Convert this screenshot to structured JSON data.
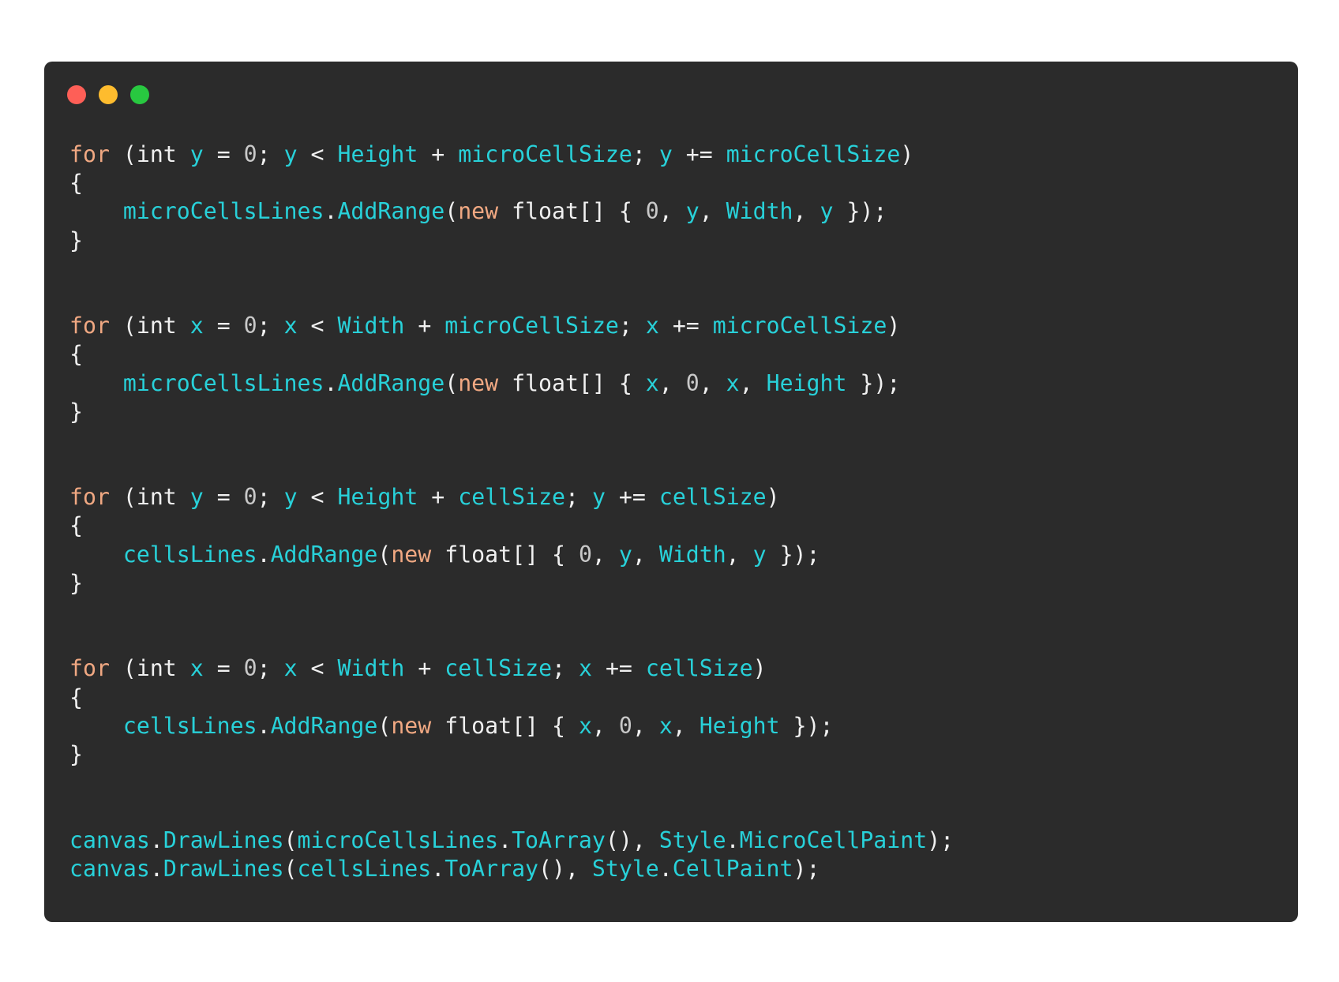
{
  "window": {
    "buttons": [
      {
        "name": "close-button",
        "color": "#fe5f57"
      },
      {
        "name": "minimize-button",
        "color": "#febc2e"
      },
      {
        "name": "maximize-button",
        "color": "#28c840"
      }
    ]
  },
  "theme": {
    "background": "#2b2b2b",
    "keyword": "#f0a882",
    "identifier": "#28d1d9",
    "number": "#c9c9c9",
    "plain": "#f0f0f0"
  },
  "code": {
    "lines": [
      [
        [
          "keyword",
          "for"
        ],
        [
          "plain",
          " (int "
        ],
        [
          "ident",
          "y"
        ],
        [
          "plain",
          " = "
        ],
        [
          "number",
          "0"
        ],
        [
          "plain",
          "; "
        ],
        [
          "ident",
          "y"
        ],
        [
          "plain",
          " < "
        ],
        [
          "ident",
          "Height"
        ],
        [
          "plain",
          " + "
        ],
        [
          "ident",
          "microCellSize"
        ],
        [
          "plain",
          "; "
        ],
        [
          "ident",
          "y"
        ],
        [
          "plain",
          " += "
        ],
        [
          "ident",
          "microCellSize"
        ],
        [
          "plain",
          ")"
        ]
      ],
      [
        [
          "plain",
          "{"
        ]
      ],
      [
        [
          "plain",
          "    "
        ],
        [
          "ident",
          "microCellsLines"
        ],
        [
          "plain",
          "."
        ],
        [
          "ident",
          "AddRange"
        ],
        [
          "plain",
          "("
        ],
        [
          "keyword",
          "new"
        ],
        [
          "plain",
          " float[] { "
        ],
        [
          "number",
          "0"
        ],
        [
          "plain",
          ", "
        ],
        [
          "ident",
          "y"
        ],
        [
          "plain",
          ", "
        ],
        [
          "ident",
          "Width"
        ],
        [
          "plain",
          ", "
        ],
        [
          "ident",
          "y"
        ],
        [
          "plain",
          " });"
        ]
      ],
      [
        [
          "plain",
          "}"
        ]
      ],
      [],
      [],
      [
        [
          "keyword",
          "for"
        ],
        [
          "plain",
          " (int "
        ],
        [
          "ident",
          "x"
        ],
        [
          "plain",
          " = "
        ],
        [
          "number",
          "0"
        ],
        [
          "plain",
          "; "
        ],
        [
          "ident",
          "x"
        ],
        [
          "plain",
          " < "
        ],
        [
          "ident",
          "Width"
        ],
        [
          "plain",
          " + "
        ],
        [
          "ident",
          "microCellSize"
        ],
        [
          "plain",
          "; "
        ],
        [
          "ident",
          "x"
        ],
        [
          "plain",
          " += "
        ],
        [
          "ident",
          "microCellSize"
        ],
        [
          "plain",
          ")"
        ]
      ],
      [
        [
          "plain",
          "{"
        ]
      ],
      [
        [
          "plain",
          "    "
        ],
        [
          "ident",
          "microCellsLines"
        ],
        [
          "plain",
          "."
        ],
        [
          "ident",
          "AddRange"
        ],
        [
          "plain",
          "("
        ],
        [
          "keyword",
          "new"
        ],
        [
          "plain",
          " float[] { "
        ],
        [
          "ident",
          "x"
        ],
        [
          "plain",
          ", "
        ],
        [
          "number",
          "0"
        ],
        [
          "plain",
          ", "
        ],
        [
          "ident",
          "x"
        ],
        [
          "plain",
          ", "
        ],
        [
          "ident",
          "Height"
        ],
        [
          "plain",
          " });"
        ]
      ],
      [
        [
          "plain",
          "}"
        ]
      ],
      [],
      [],
      [
        [
          "keyword",
          "for"
        ],
        [
          "plain",
          " (int "
        ],
        [
          "ident",
          "y"
        ],
        [
          "plain",
          " = "
        ],
        [
          "number",
          "0"
        ],
        [
          "plain",
          "; "
        ],
        [
          "ident",
          "y"
        ],
        [
          "plain",
          " < "
        ],
        [
          "ident",
          "Height"
        ],
        [
          "plain",
          " + "
        ],
        [
          "ident",
          "cellSize"
        ],
        [
          "plain",
          "; "
        ],
        [
          "ident",
          "y"
        ],
        [
          "plain",
          " += "
        ],
        [
          "ident",
          "cellSize"
        ],
        [
          "plain",
          ")"
        ]
      ],
      [
        [
          "plain",
          "{"
        ]
      ],
      [
        [
          "plain",
          "    "
        ],
        [
          "ident",
          "cellsLines"
        ],
        [
          "plain",
          "."
        ],
        [
          "ident",
          "AddRange"
        ],
        [
          "plain",
          "("
        ],
        [
          "keyword",
          "new"
        ],
        [
          "plain",
          " float[] { "
        ],
        [
          "number",
          "0"
        ],
        [
          "plain",
          ", "
        ],
        [
          "ident",
          "y"
        ],
        [
          "plain",
          ", "
        ],
        [
          "ident",
          "Width"
        ],
        [
          "plain",
          ", "
        ],
        [
          "ident",
          "y"
        ],
        [
          "plain",
          " });"
        ]
      ],
      [
        [
          "plain",
          "}"
        ]
      ],
      [],
      [],
      [
        [
          "keyword",
          "for"
        ],
        [
          "plain",
          " (int "
        ],
        [
          "ident",
          "x"
        ],
        [
          "plain",
          " = "
        ],
        [
          "number",
          "0"
        ],
        [
          "plain",
          "; "
        ],
        [
          "ident",
          "x"
        ],
        [
          "plain",
          " < "
        ],
        [
          "ident",
          "Width"
        ],
        [
          "plain",
          " + "
        ],
        [
          "ident",
          "cellSize"
        ],
        [
          "plain",
          "; "
        ],
        [
          "ident",
          "x"
        ],
        [
          "plain",
          " += "
        ],
        [
          "ident",
          "cellSize"
        ],
        [
          "plain",
          ")"
        ]
      ],
      [
        [
          "plain",
          "{"
        ]
      ],
      [
        [
          "plain",
          "    "
        ],
        [
          "ident",
          "cellsLines"
        ],
        [
          "plain",
          "."
        ],
        [
          "ident",
          "AddRange"
        ],
        [
          "plain",
          "("
        ],
        [
          "keyword",
          "new"
        ],
        [
          "plain",
          " float[] { "
        ],
        [
          "ident",
          "x"
        ],
        [
          "plain",
          ", "
        ],
        [
          "number",
          "0"
        ],
        [
          "plain",
          ", "
        ],
        [
          "ident",
          "x"
        ],
        [
          "plain",
          ", "
        ],
        [
          "ident",
          "Height"
        ],
        [
          "plain",
          " });"
        ]
      ],
      [
        [
          "plain",
          "}"
        ]
      ],
      [],
      [],
      [
        [
          "ident",
          "canvas"
        ],
        [
          "plain",
          "."
        ],
        [
          "ident",
          "DrawLines"
        ],
        [
          "plain",
          "("
        ],
        [
          "ident",
          "microCellsLines"
        ],
        [
          "plain",
          "."
        ],
        [
          "ident",
          "ToArray"
        ],
        [
          "plain",
          "(), "
        ],
        [
          "ident",
          "Style"
        ],
        [
          "plain",
          "."
        ],
        [
          "ident",
          "MicroCellPaint"
        ],
        [
          "plain",
          ");"
        ]
      ],
      [
        [
          "ident",
          "canvas"
        ],
        [
          "plain",
          "."
        ],
        [
          "ident",
          "DrawLines"
        ],
        [
          "plain",
          "("
        ],
        [
          "ident",
          "cellsLines"
        ],
        [
          "plain",
          "."
        ],
        [
          "ident",
          "ToArray"
        ],
        [
          "plain",
          "(), "
        ],
        [
          "ident",
          "Style"
        ],
        [
          "plain",
          "."
        ],
        [
          "ident",
          "CellPaint"
        ],
        [
          "plain",
          ");"
        ]
      ]
    ]
  }
}
